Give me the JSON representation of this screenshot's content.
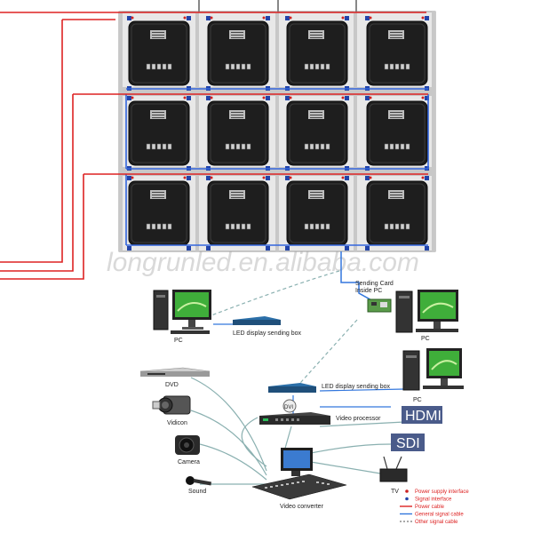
{
  "watermark": "longrunled.en.alibaba.com",
  "labels": {
    "pc_left": "PC",
    "sending_box_top": "LED display sending box",
    "sending_card": "Sending Card\nInside PC",
    "pc_right_top": "PC",
    "pc_right_mid": "PC",
    "dvd": "DVD",
    "vidicon": "Vidicon",
    "camera": "Camera",
    "sound": "Sound",
    "sending_box_mid": "LED display sending box",
    "video_processor": "Video processor",
    "dvi_badge": "DVI",
    "hdmi": "HDMI",
    "sdi": "SDI",
    "tv": "TV",
    "video_converter": "Video converter"
  },
  "legend": [
    {
      "label": "Power supply interface",
      "type": "dot",
      "color": "#cc2222"
    },
    {
      "label": "Signal interface",
      "type": "dot",
      "color": "#2244aa"
    },
    {
      "label": "Power cable",
      "type": "line",
      "color": "#dd2222"
    },
    {
      "label": "General signal cable",
      "type": "line",
      "color": "#3377dd"
    },
    {
      "label": "Other signal cable",
      "type": "dash",
      "color": "#777777"
    }
  ],
  "colors": {
    "power": "#dd2222",
    "signal": "#3366dd",
    "other": "#8ab0b0",
    "cabinet": "#1e1e1e",
    "frame": "#dddddd"
  }
}
